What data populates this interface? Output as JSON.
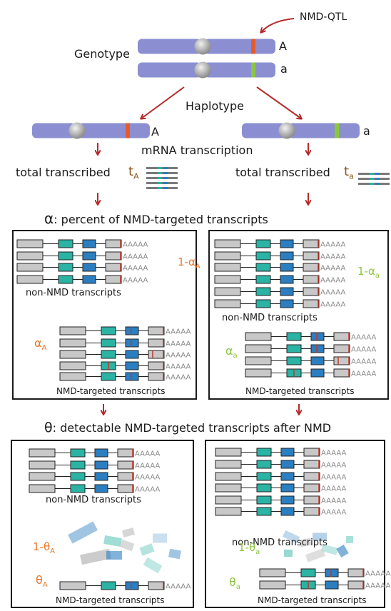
{
  "genotype": {
    "title": "Genotype",
    "qtl_label": "NMD-QTL",
    "allele_upper": "A",
    "allele_lower": "a"
  },
  "haplotype": {
    "title": "Haplotype",
    "left_allele": "A",
    "right_allele": "a"
  },
  "transcription": {
    "title": "mRNA transcription",
    "left_total": "total transcribed",
    "left_symbol": "t",
    "left_sub": "A",
    "right_total": "total transcribed",
    "right_symbol": "t",
    "right_sub": "a"
  },
  "alpha": {
    "symbol": "α",
    "text": ": percent of NMD-targeted transcripts"
  },
  "theta": {
    "symbol": "θ",
    "text": ": detectable NMD-targeted transcripts  after NMD"
  },
  "panels": {
    "polyA": "AAAAA",
    "non_nmd": "non-NMD transcripts",
    "nmd_targeted": "NMD-targeted transcripts",
    "top_left": {
      "one_minus": "1-α",
      "sub": "A",
      "alpha": "α",
      "alpha_sub": "A"
    },
    "top_right": {
      "one_minus": "1-α",
      "sub": "a",
      "alpha": "α",
      "alpha_sub": "a"
    },
    "bottom_left": {
      "one_minus": "1-θ",
      "sub": "A",
      "theta": "θ",
      "theta_sub": "A"
    },
    "bottom_right": {
      "one_minus": "1-θ",
      "sub": "a",
      "theta": "θ",
      "theta_sub": "a"
    }
  },
  "colors": {
    "chromosome": "#8b8fd1",
    "centromere": "#b9b9b9",
    "allele_A": "#e85a2a",
    "allele_a": "#8cc63f",
    "arrow": "#b52a2a",
    "exon_gray": "#c8c8c8",
    "exon_teal": "#2bb3a4",
    "exon_blue": "#2b7fc1",
    "alpha_A": "#e8762b",
    "alpha_a": "#8cc63f",
    "theta_symbol": "#e8762b"
  }
}
